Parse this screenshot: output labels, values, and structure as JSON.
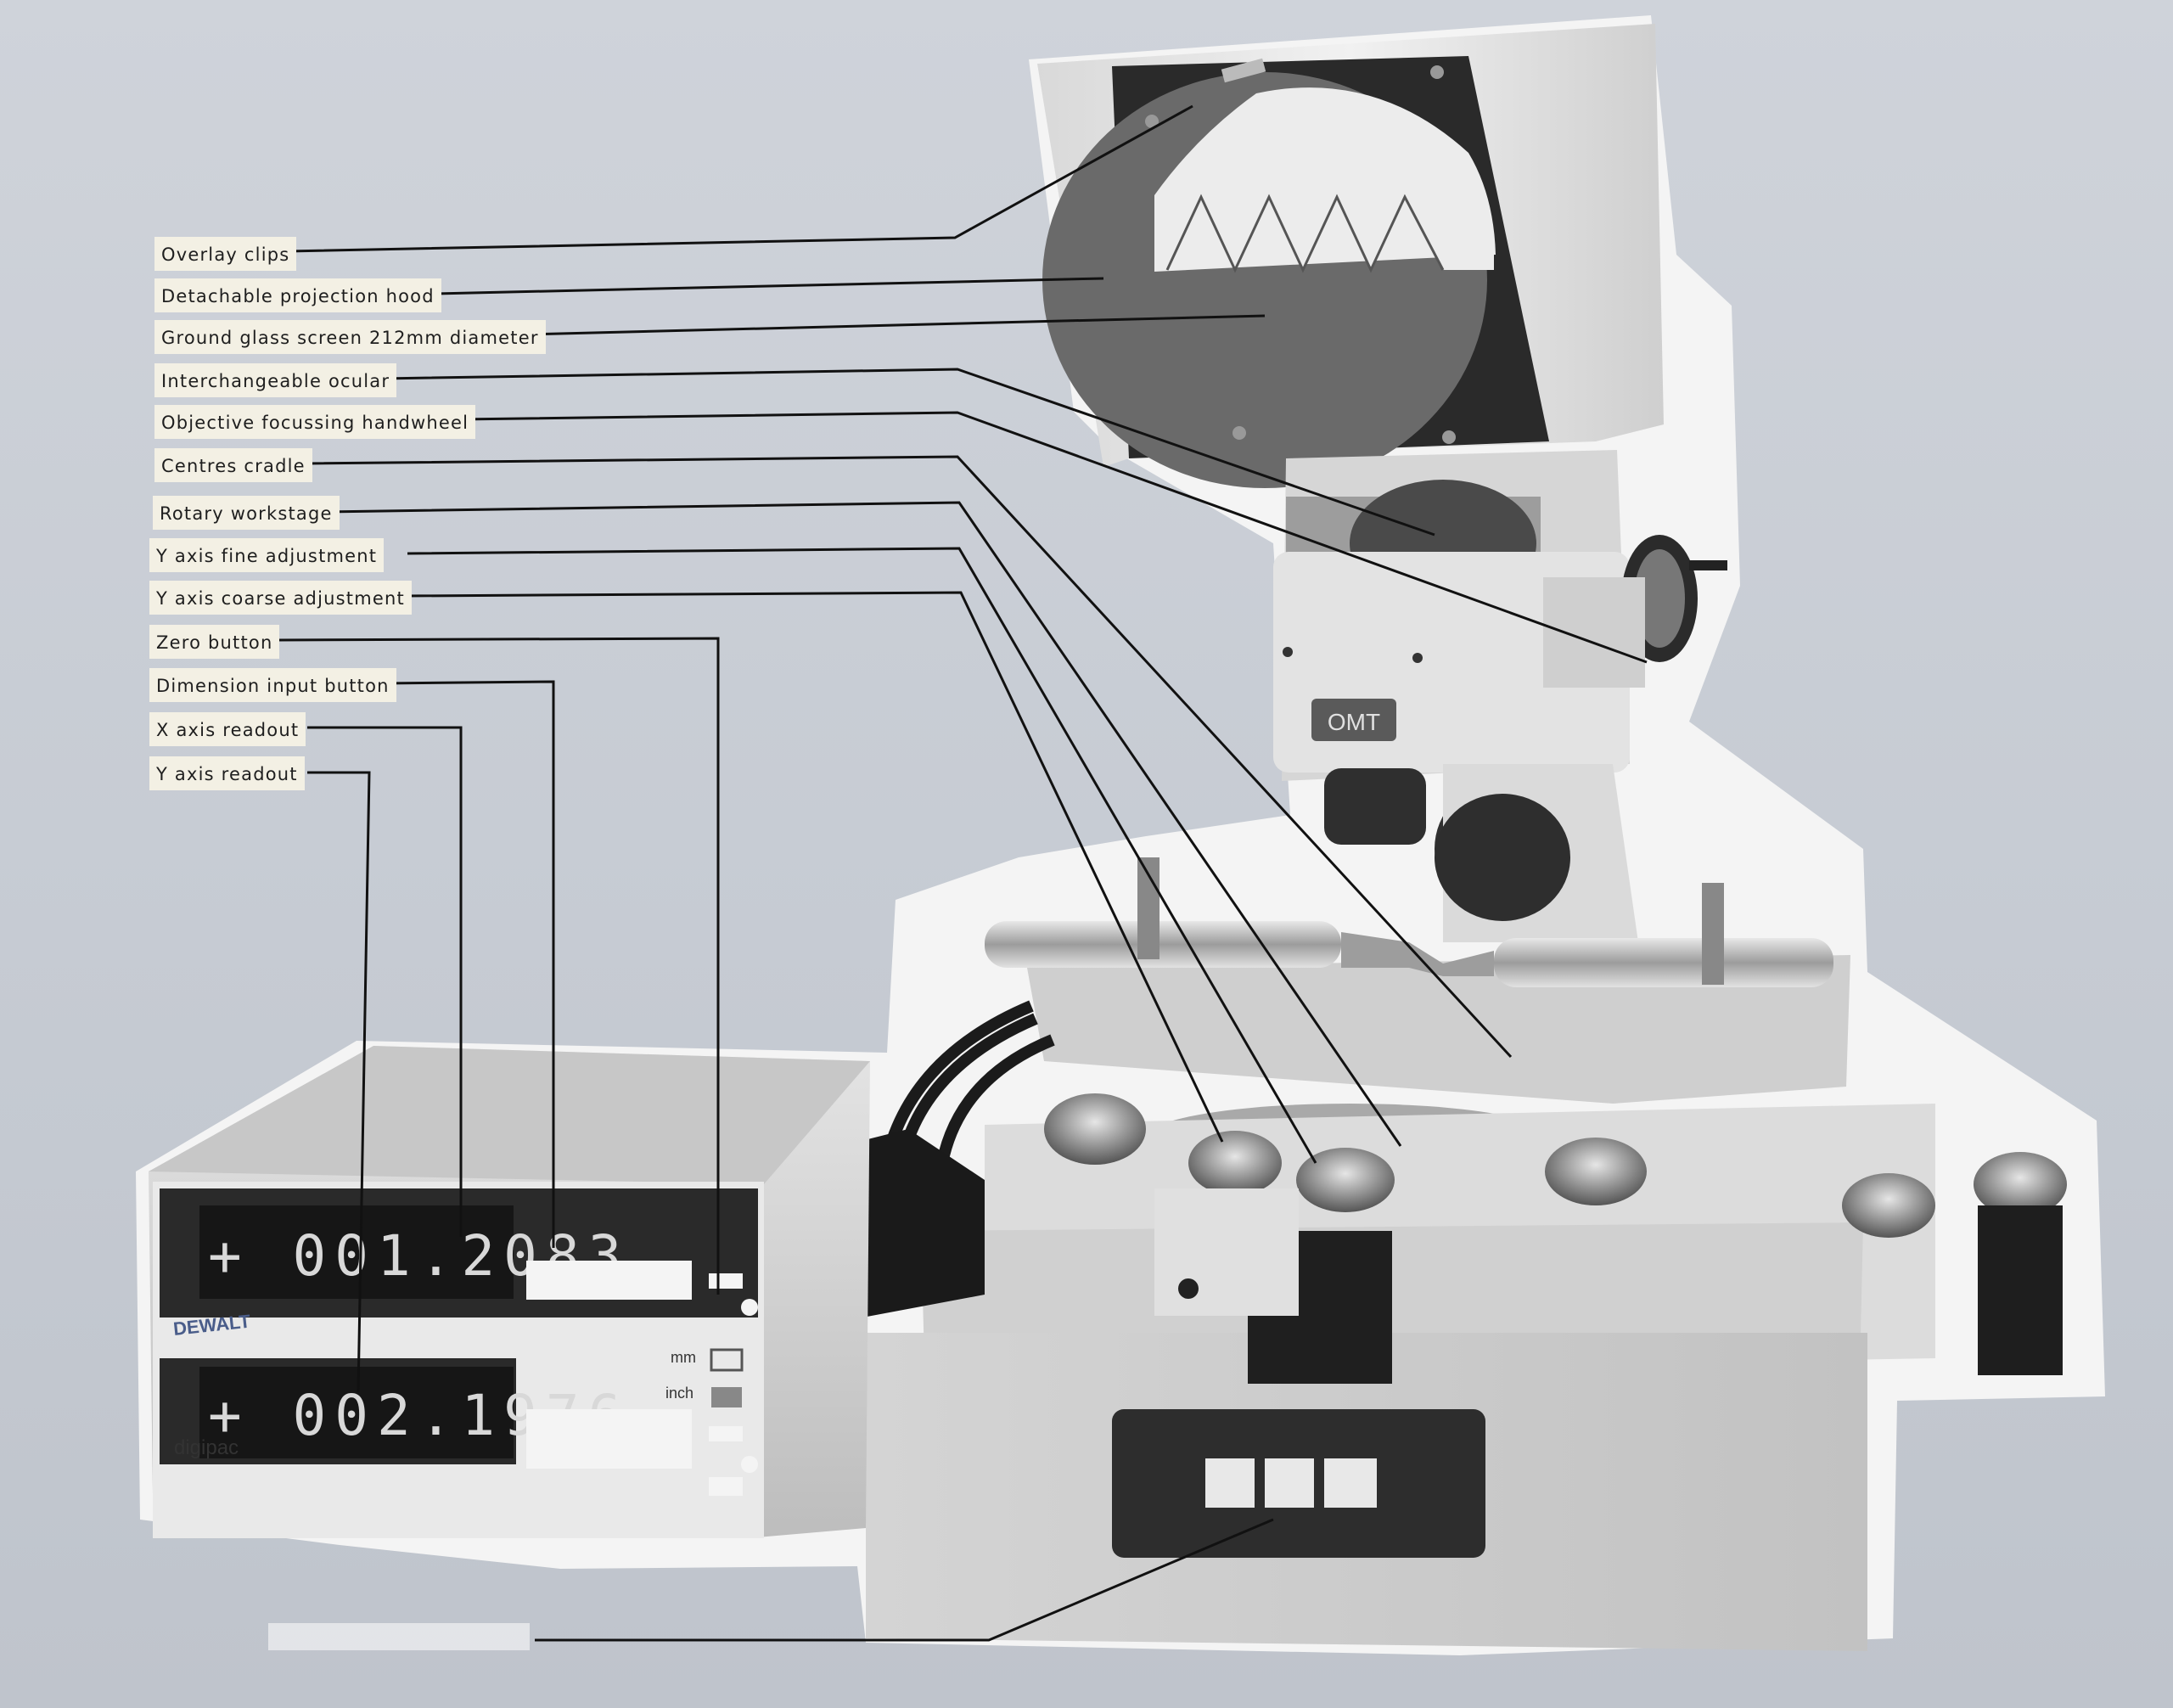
{
  "labels": [
    {
      "id": "overlay-clips",
      "text": "Overlay clips"
    },
    {
      "id": "detachable-projection-hood",
      "text": "Detachable projection hood"
    },
    {
      "id": "ground-glass-screen",
      "text": "Ground glass screen 212mm diameter"
    },
    {
      "id": "interchangeable-ocular",
      "text": "Interchangeable ocular"
    },
    {
      "id": "objective-focussing-handwheel",
      "text": "Objective focussing handwheel"
    },
    {
      "id": "centres-cradle",
      "text": "Centres cradle"
    },
    {
      "id": "rotary-workstage",
      "text": "Rotary workstage"
    },
    {
      "id": "y-axis-fine-adjustment",
      "text": "Y axis fine adjustment"
    },
    {
      "id": "y-axis-coarse-adjustment",
      "text": "Y axis coarse adjustment"
    },
    {
      "id": "zero-button",
      "text": "Zero button"
    },
    {
      "id": "dimension-input-button",
      "text": "Dimension input button"
    },
    {
      "id": "x-axis-readout",
      "text": "X axis readout"
    },
    {
      "id": "y-axis-readout",
      "text": "Y axis readout"
    }
  ],
  "readout": {
    "x_value": "+ 001.2083",
    "y_value": "+ 002.1976",
    "brand": "DEWALT",
    "model": "digipac",
    "unit_mm": "mm",
    "unit_inch": "inch"
  },
  "projector": {
    "badge": "OMT"
  }
}
